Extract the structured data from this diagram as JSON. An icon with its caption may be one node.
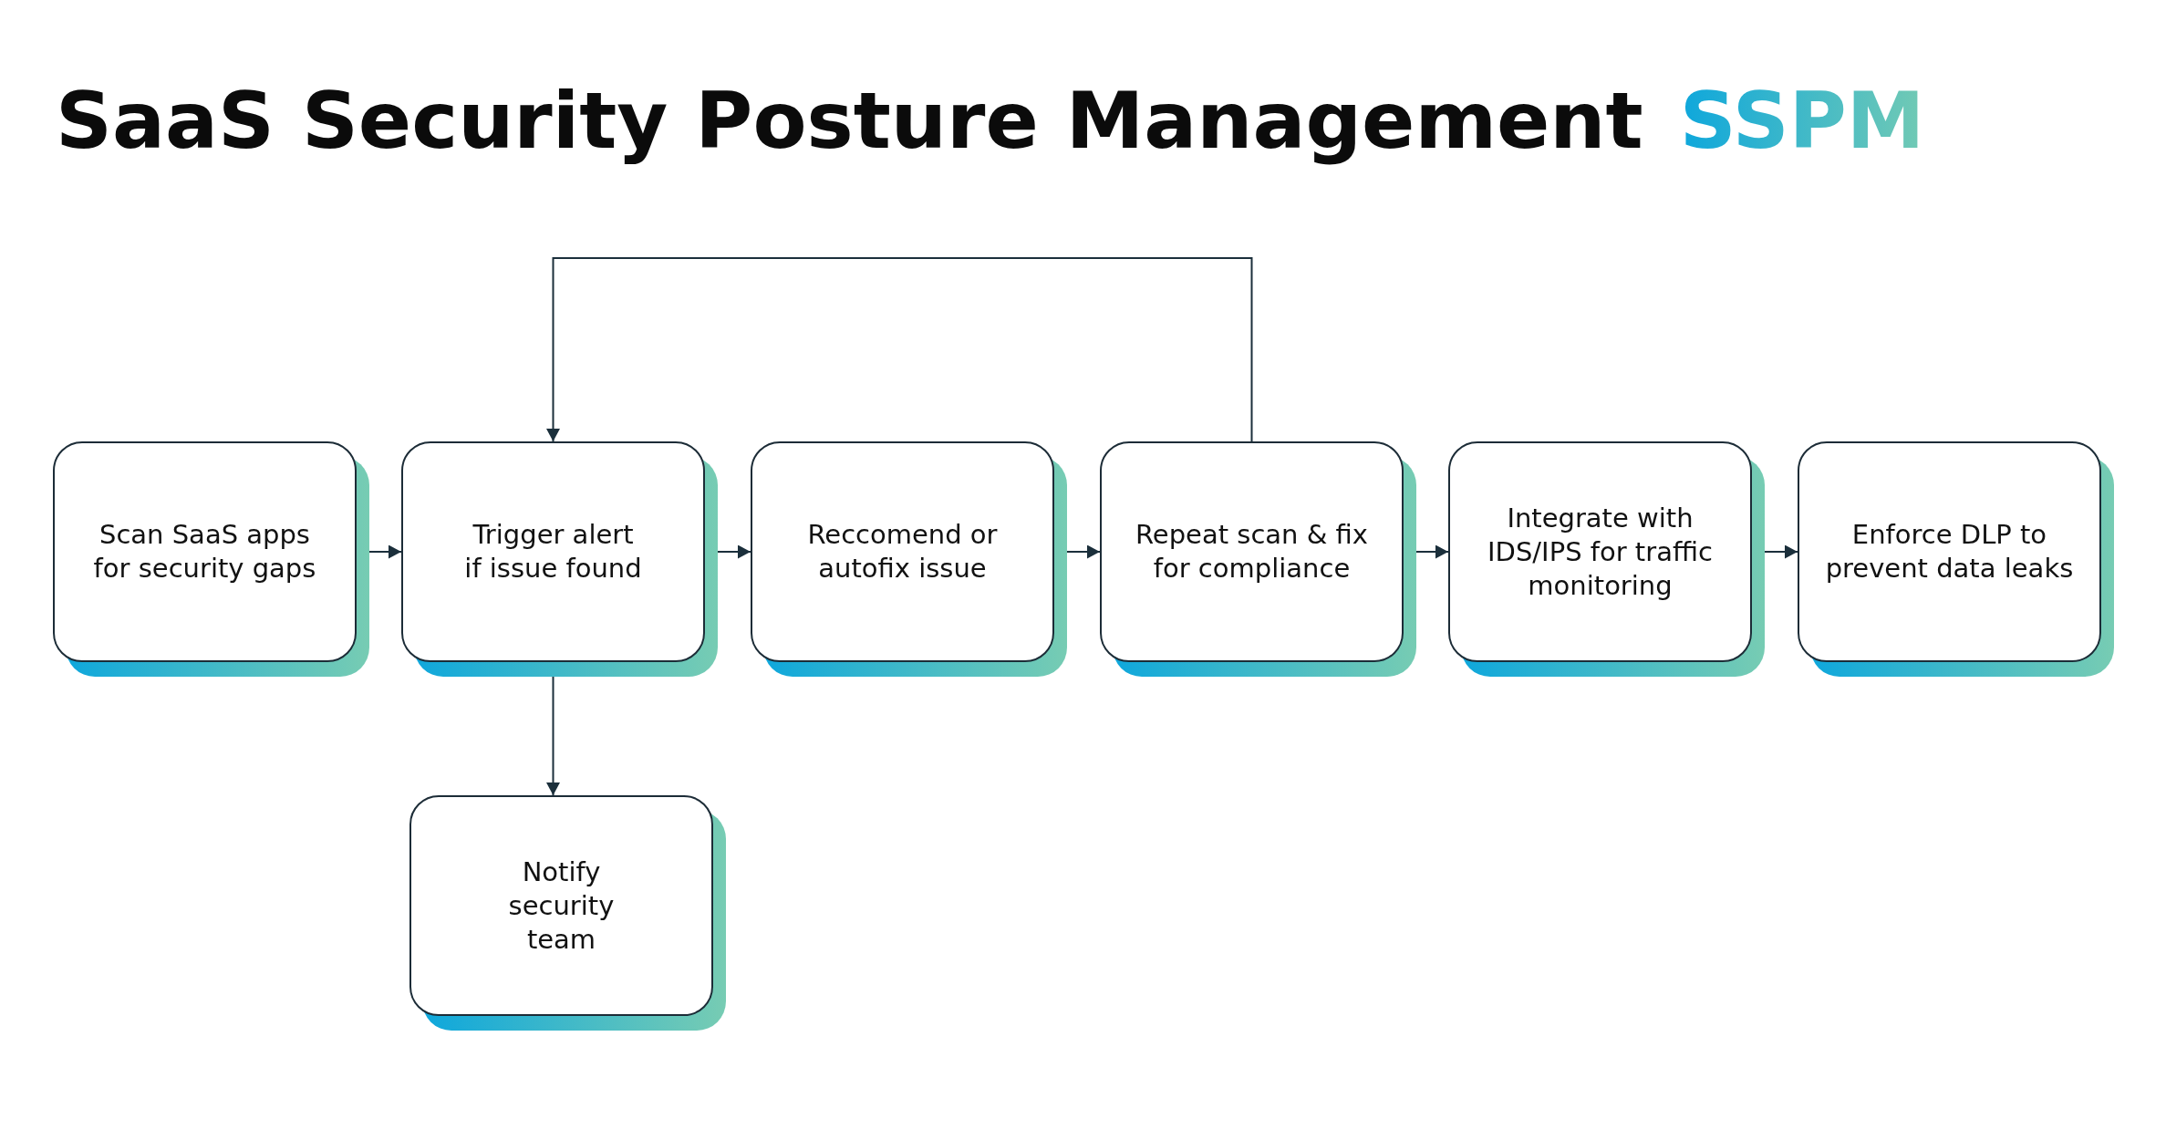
{
  "diagram": {
    "title": "SaaS Security Posture Management SSPM",
    "nodes": [
      {
        "text": [
          "Scan SaaS apps for security gaps"
        ]
      },
      {
        "text": [
          "Trigger alert if issue found"
        ]
      },
      {
        "text": [
          "Reccomend or autofix issue"
        ]
      },
      {
        "text": [
          "Repeat scan & fix for compliance"
        ]
      },
      {
        "text": [
          "Integrate with IDS/IPS for traffic monitoring"
        ]
      },
      {
        "text": [
          "Enforce DLP to prevent data leaks"
        ]
      },
      {
        "text": [
          "Notify security team"
        ]
      }
    ],
    "edges": [
      {
        "from": 0,
        "to": 1,
        "arrow": "to"
      },
      {
        "from": 1,
        "to": 2,
        "arrow": "to"
      },
      {
        "from": 2,
        "to": 3,
        "arrow": "to"
      },
      {
        "from": 3,
        "to": 4,
        "arrow": "to"
      },
      {
        "from": 4,
        "to": 5,
        "arrow": "to"
      },
      {
        "from": 3,
        "to": 1,
        "arrow": "to"
      },
      {
        "from": 1,
        "to": 6,
        "arrow": "to"
      }
    ]
  }
}
